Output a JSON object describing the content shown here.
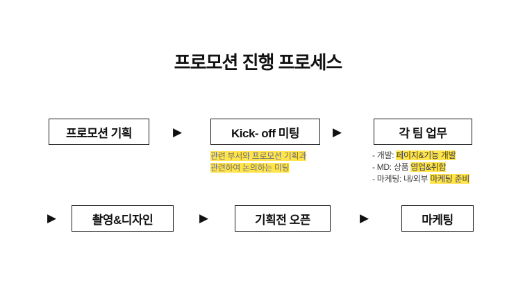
{
  "title": "프로모션 진행 프로세스",
  "icons": {
    "arrow_right": "▶"
  },
  "colors": {
    "highlight": "#ffe44d",
    "box_border": "#1a1a1a",
    "title_text": "#111111",
    "kickoff_note_text": "#6f6f6f",
    "team_note_text": "#3c3c3c"
  },
  "row1": {
    "boxes": [
      {
        "label": "프로모션 기획"
      },
      {
        "label": "Kick- off 미팅"
      },
      {
        "label": "각 팀 업무"
      }
    ],
    "kickoff_note": [
      "관련 부서와 프로모션 기획과",
      "관련하여 논의하는 미팅"
    ],
    "team_notes": [
      {
        "prefix": "- 개발: ",
        "highlight": "페이지&기능 개발",
        "suffix": ""
      },
      {
        "prefix": "- MD: 상품 ",
        "highlight": "영업&취합",
        "suffix": ""
      },
      {
        "prefix": "- 마케팅: 내/외부 ",
        "highlight": "마케팅 준비",
        "suffix": ""
      }
    ]
  },
  "row2": {
    "boxes": [
      {
        "label": "촬영&디자인"
      },
      {
        "label": "기획전 오픈"
      },
      {
        "label": "마케팅"
      }
    ]
  }
}
